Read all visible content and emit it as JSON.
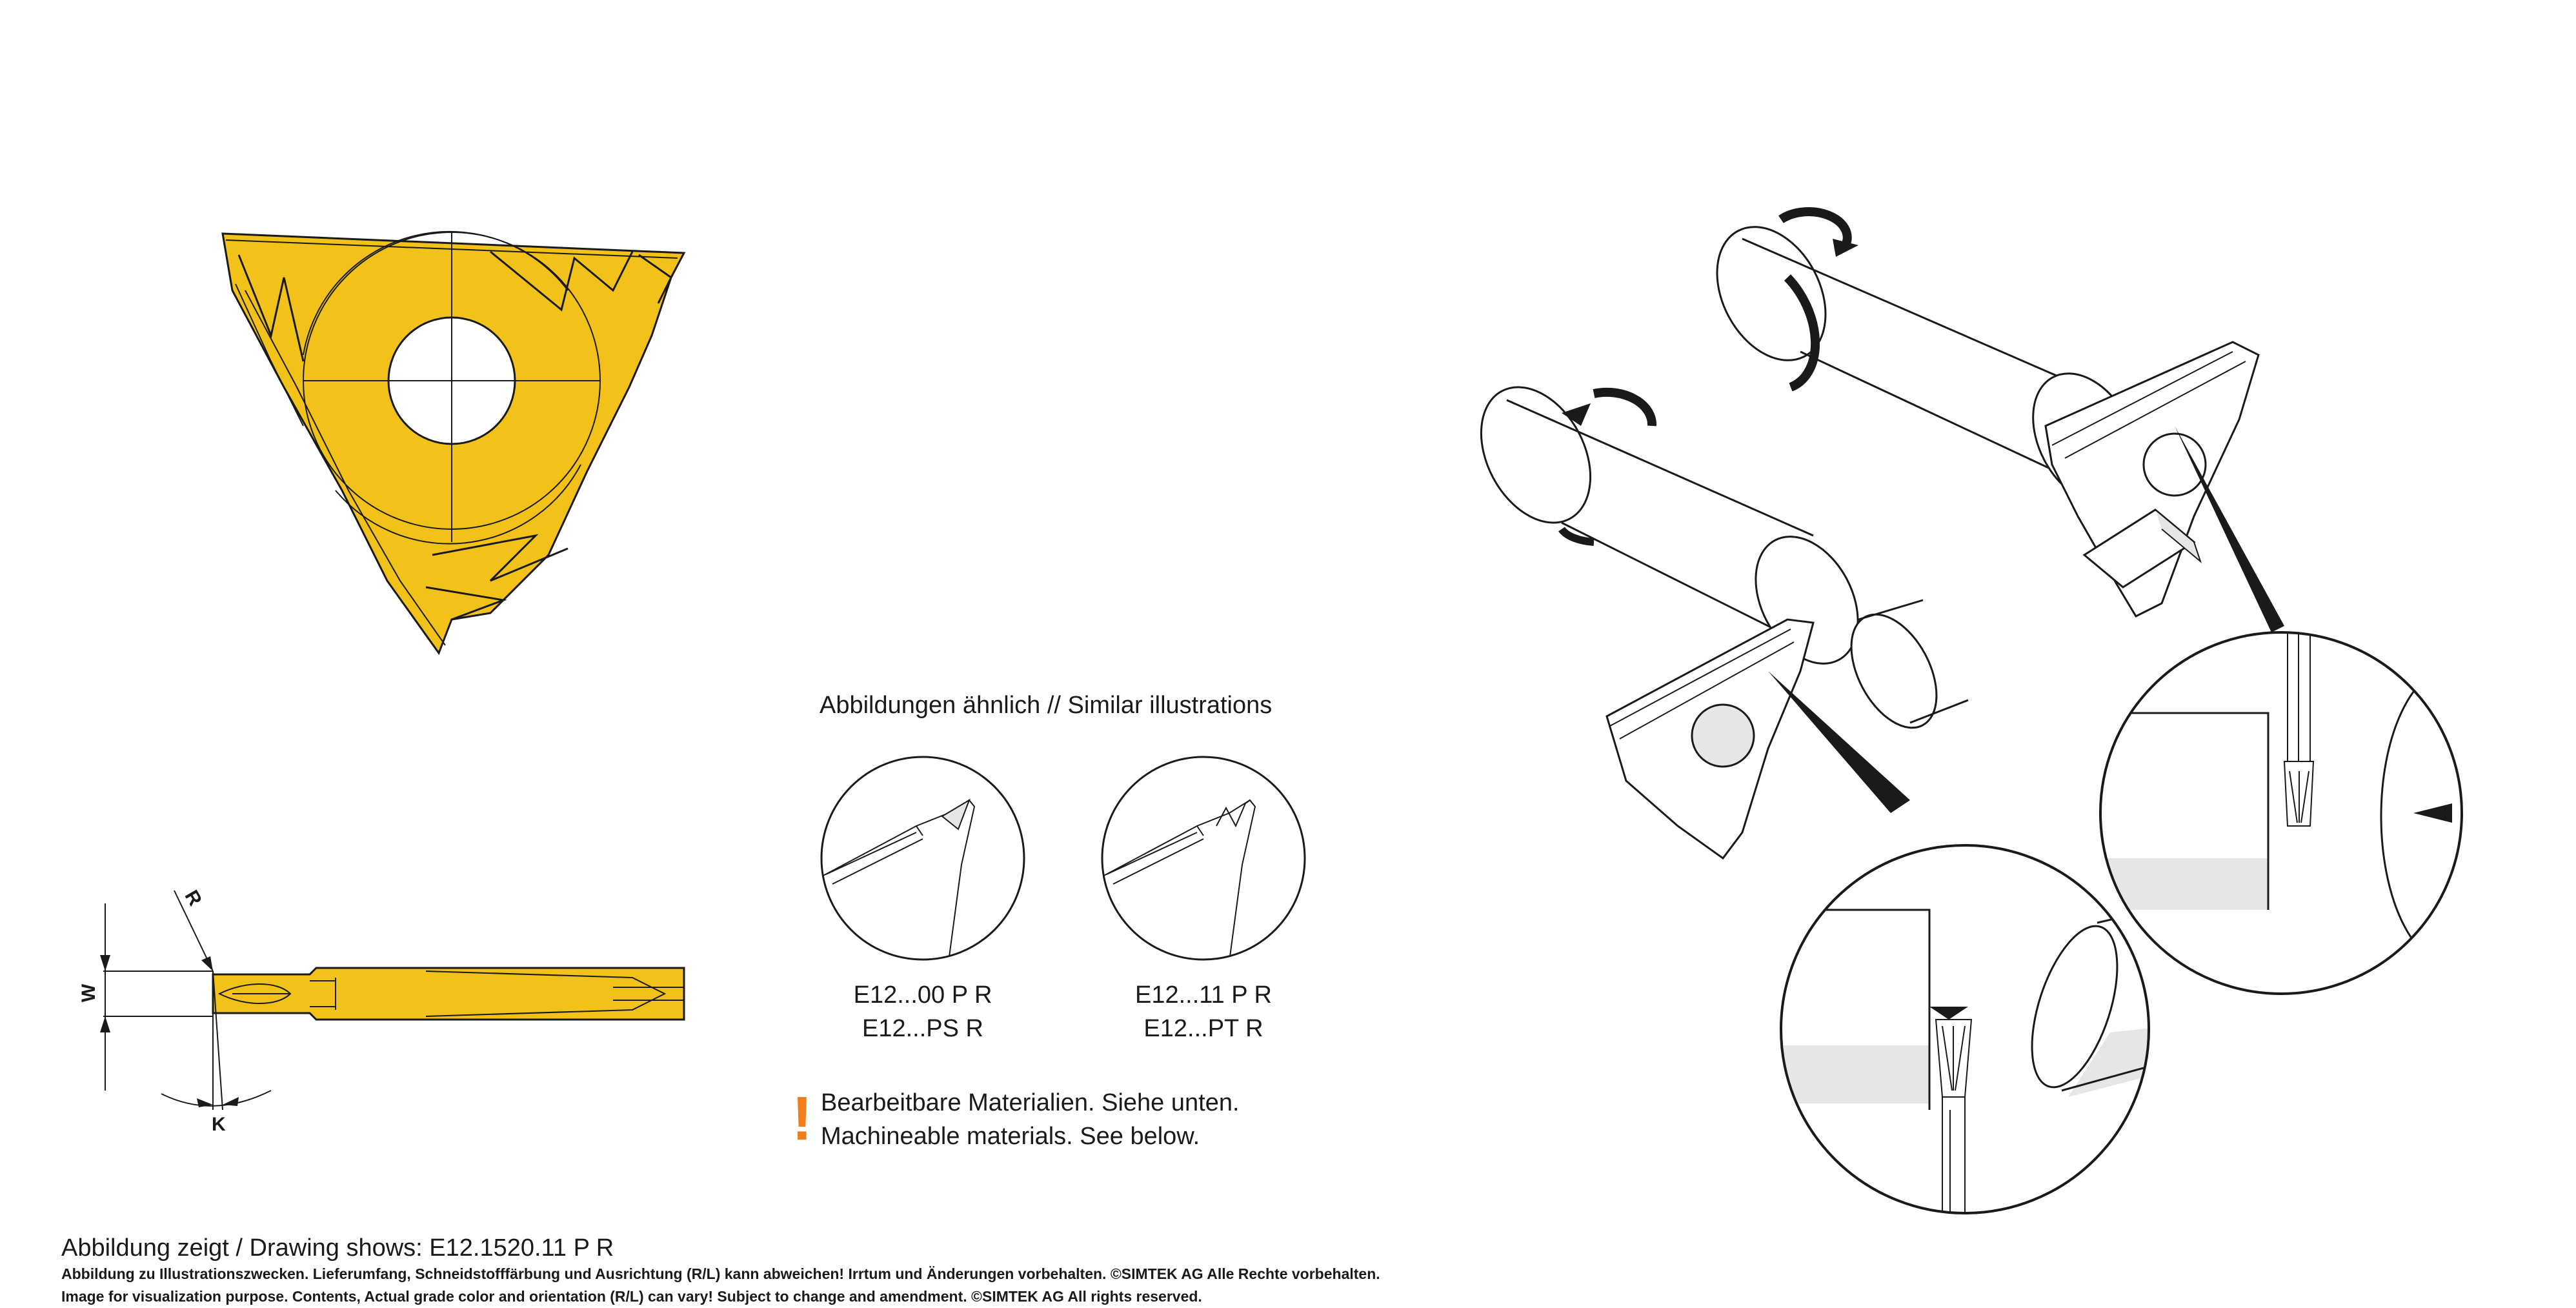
{
  "colors": {
    "insert": "#f2c21b",
    "accent": "#f07d1a",
    "line": "#1a1a1a",
    "gray": "#e6e6e6"
  },
  "dimensions": {
    "w": "W",
    "r": "R",
    "k": "K"
  },
  "similar": {
    "heading": "Abbildungen ähnlich // Similar illustrations",
    "left": {
      "line1": "E12...00 P R",
      "line2": "E12...PS R"
    },
    "right": {
      "line1": "E12...11 P R",
      "line2": "E12...PT R"
    }
  },
  "materials": {
    "icon": "exclamation-icon",
    "mark": "!",
    "line1": "Bearbeitbare Materialien. Siehe unten.",
    "line2": "Machineable materials. See below."
  },
  "footer": {
    "shows": "Abbildung zeigt / Drawing shows: E12.1520.11 P R",
    "disclaimer_de": "Abbildung zu Illustrationszwecken. Lieferumfang, Schneidstofffärbung und Ausrichtung (R/L) kann abweichen! Irrtum und Änderungen vorbehalten. ©SIMTEK AG Alle Rechte vorbehalten.",
    "disclaimer_en": "Image for visualization purpose. Contents, Actual grade color and orientation (R/L) can vary! Subject to change and amendment. ©SIMTEK AG All rights reserved."
  }
}
